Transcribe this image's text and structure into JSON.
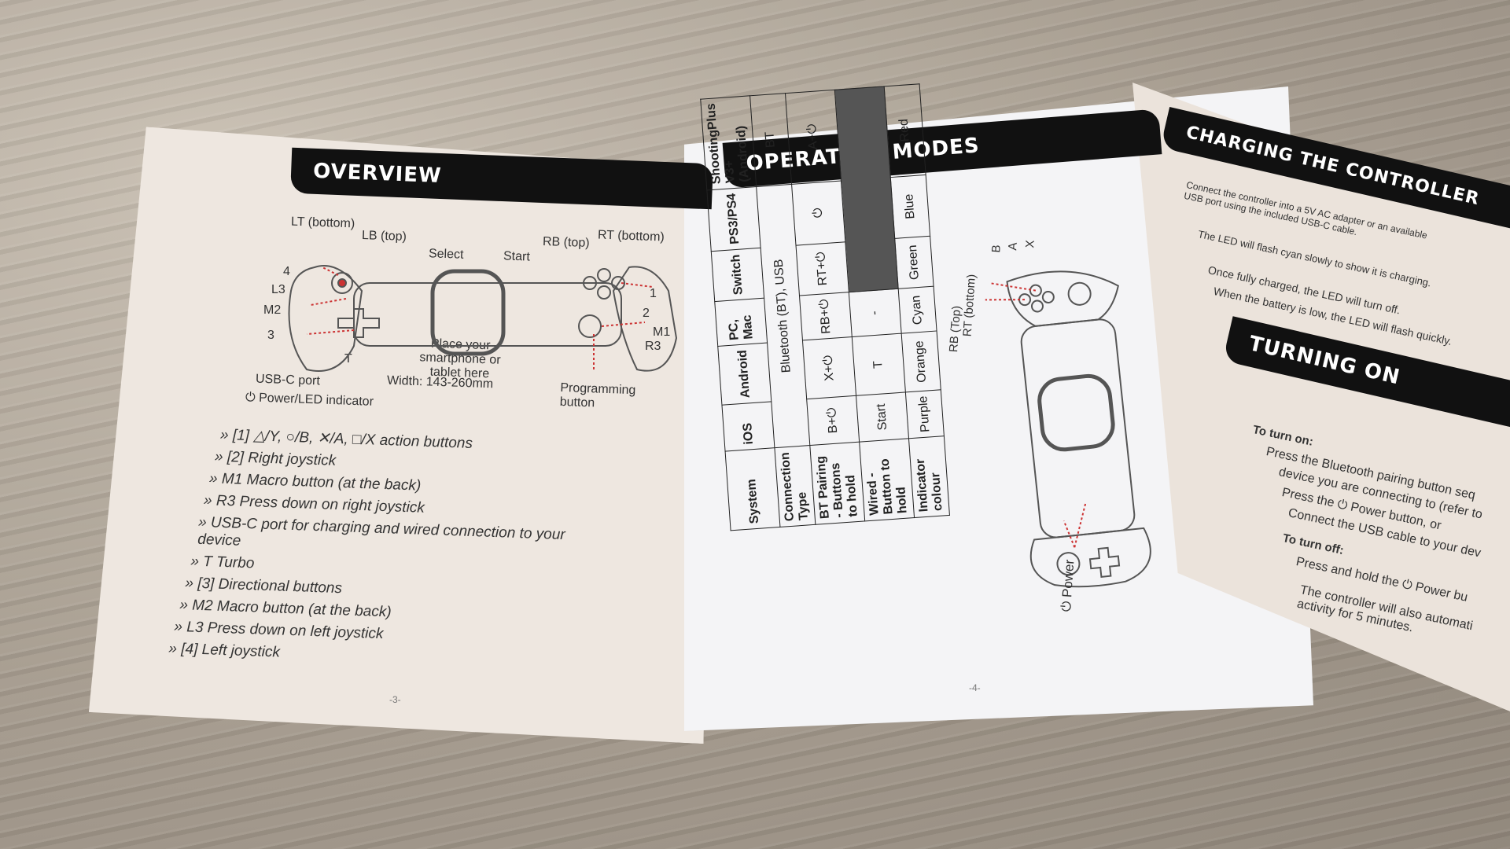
{
  "overview": {
    "title": "OVERVIEW",
    "labels": {
      "lt": "LT (bottom)",
      "lb": "LB (top)",
      "select": "Select",
      "start": "Start",
      "rb": "RB (top)",
      "rt": "RT (bottom)",
      "n4": "4",
      "l3": "L3",
      "m2": "M2",
      "n3": "3",
      "t": "T",
      "n1": "1",
      "n2": "2",
      "m1": "M1",
      "r3": "R3",
      "place": "Place your smartphone or tablet here",
      "width": "Width: 143-260mm",
      "usbc": "USB-C port",
      "power": "Power/LED indicator",
      "programming": "Programming button"
    },
    "bullets": [
      "[1] △/Y, ○/B, ✕/A, □/X action buttons",
      "[2] Right joystick",
      "M1 Macro button (at the back)",
      "R3 Press down on right joystick",
      "USB-C port for charging and wired connection to your device",
      "T Turbo",
      "[3] Directional buttons",
      "M2 Macro button (at the back)",
      "L3 Press down on left joystick",
      "[4] Left joystick"
    ],
    "page_number": "-3-"
  },
  "operating_modes": {
    "title": "OPERATING MODES",
    "table": {
      "headers": [
        "System",
        "iOS",
        "Android",
        "PC, Mac",
        "Switch",
        "PS3/PS4",
        "ShootingPlus V3+ (Android)"
      ],
      "connection_type": [
        "Connection Type",
        "Bluetooth (BT), USB",
        "BT"
      ],
      "bt_pairing": [
        "BT Pairing - Buttons to hold",
        "B+⏻",
        "X+⏻",
        "RB+⏻",
        "RT+⏻",
        "⏻",
        "A+⏻"
      ],
      "wired": [
        "Wired - Button to hold",
        "Start",
        "T",
        "-"
      ],
      "indicator": [
        "Indicator colour",
        "Purple",
        "Orange",
        "Cyan",
        "Green",
        "Blue",
        "Red"
      ]
    },
    "labels": {
      "rb": "RB (Top)",
      "rt": "RT (bottom)",
      "b": "B",
      "a": "A",
      "x": "X",
      "power": "⏻ Power"
    },
    "page_number": "-4-"
  },
  "charging": {
    "title": "CHARGING THE CONTROLLER",
    "lines": [
      "Connect the controller into a 5V AC adapter or an available USB port using the included USB-C cable.",
      "The LED will flash cyan slowly to show it is charging.",
      "Once fully charged, the LED will turn off.",
      "When the battery is low, the LED will flash quickly."
    ]
  },
  "turning_on": {
    "title": "TURNING ON",
    "to_turn_on": "To turn on:",
    "on_items": [
      "Press the Bluetooth pairing button seq",
      "device you are connecting to (refer to",
      "Press the ⏻ Power button, or",
      "Connect the USB cable to your dev"
    ],
    "to_turn_off": "To turn off:",
    "off_items": [
      "Press and hold the ⏻ Power bu"
    ],
    "auto": "The controller will also automati activity for 5 minutes."
  }
}
